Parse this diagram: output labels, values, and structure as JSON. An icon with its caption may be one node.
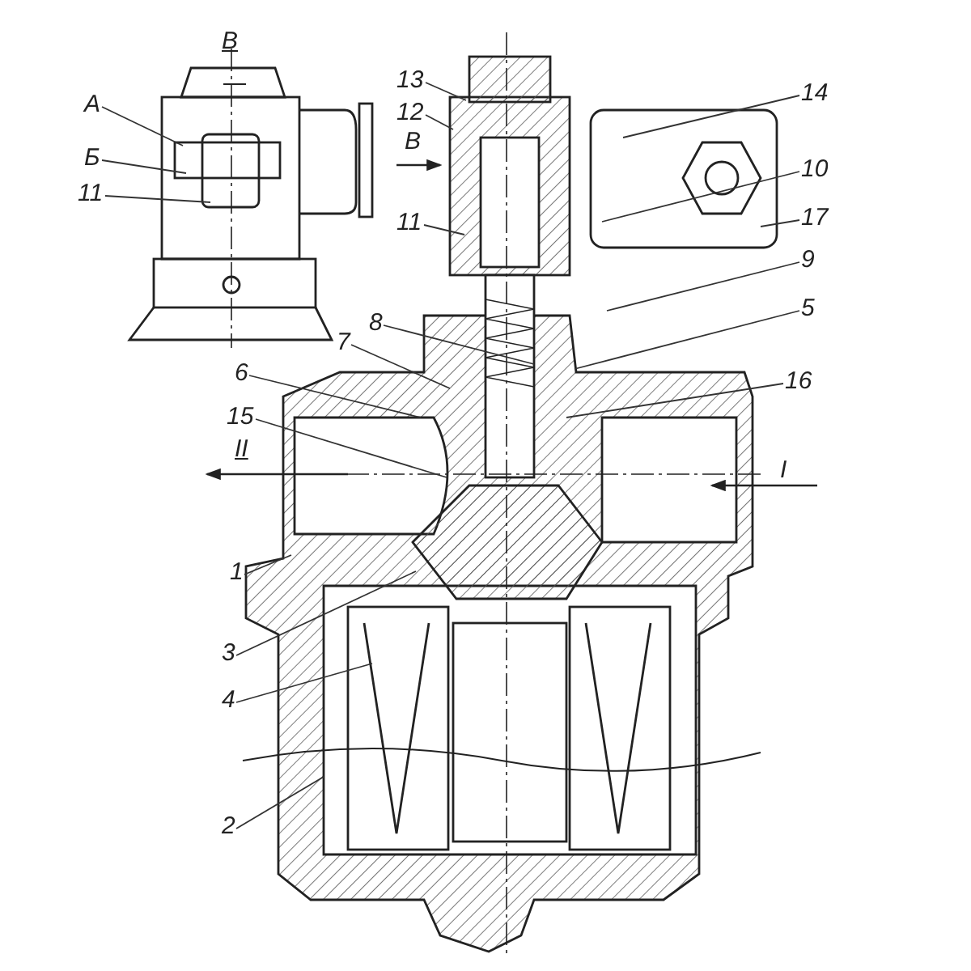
{
  "diagram": {
    "nodes": [
      {
        "text": [
          "А"
        ]
      },
      {
        "text": [
          "Б"
        ]
      },
      {
        "text": [
          "11"
        ]
      },
      {
        "text": [
          "13"
        ]
      },
      {
        "text": [
          "12"
        ]
      },
      {
        "text": [
          "14"
        ]
      },
      {
        "text": [
          "10"
        ]
      },
      {
        "text": [
          "17"
        ]
      },
      {
        "text": [
          "11"
        ]
      },
      {
        "text": [
          "9"
        ]
      },
      {
        "text": [
          "8"
        ]
      },
      {
        "text": [
          "5"
        ]
      },
      {
        "text": [
          "7"
        ]
      },
      {
        "text": [
          "6"
        ]
      },
      {
        "text": [
          "16"
        ]
      },
      {
        "text": [
          "15"
        ]
      },
      {
        "text": [
          "1"
        ]
      },
      {
        "text": [
          "3"
        ]
      },
      {
        "text": [
          "4"
        ]
      },
      {
        "text": [
          "2"
        ]
      }
    ],
    "edges": [
      {
        "from": 0,
        "to": null,
        "arrow": "none"
      },
      {
        "from": 1,
        "to": null,
        "arrow": "none"
      },
      {
        "from": 2,
        "to": null,
        "arrow": "none"
      },
      {
        "from": 3,
        "to": null,
        "arrow": "none"
      },
      {
        "from": 4,
        "to": null,
        "arrow": "none"
      },
      {
        "from": 5,
        "to": null,
        "arrow": "none"
      },
      {
        "from": 6,
        "to": null,
        "arrow": "none"
      },
      {
        "from": 7,
        "to": null,
        "arrow": "none"
      },
      {
        "from": 8,
        "to": null,
        "arrow": "none"
      },
      {
        "from": 9,
        "to": null,
        "arrow": "none"
      },
      {
        "from": 10,
        "to": null,
        "arrow": "none"
      },
      {
        "from": 11,
        "to": null,
        "arrow": "none"
      },
      {
        "from": 12,
        "to": null,
        "arrow": "none"
      },
      {
        "from": 13,
        "to": null,
        "arrow": "none"
      },
      {
        "from": 14,
        "to": null,
        "arrow": "none"
      },
      {
        "from": 15,
        "to": null,
        "arrow": "none"
      },
      {
        "from": 16,
        "to": null,
        "arrow": "none"
      },
      {
        "from": 17,
        "to": null,
        "arrow": "none"
      },
      {
        "from": 18,
        "to": null,
        "arrow": "none"
      },
      {
        "from": 19,
        "to": null,
        "arrow": "none"
      }
    ],
    "labels": [
      "В",
      "В",
      "II",
      "I"
    ]
  }
}
